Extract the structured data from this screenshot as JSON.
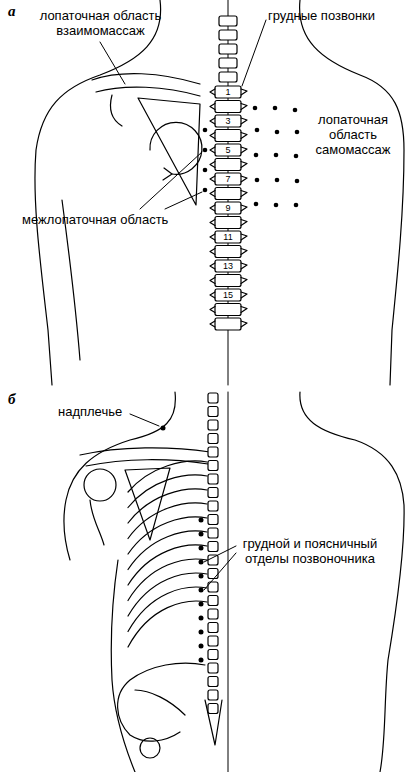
{
  "diagram": {
    "labels": [
      "а",
      "лопаточная область взаимомассаж",
      "грудные позвонки",
      "1",
      "3",
      "5",
      "7",
      "9",
      "11",
      "13",
      "15",
      "лопаточная область самомассаж",
      "межлопаточная область",
      "б",
      "надплечье",
      "грудной и поясничный отделы позвоночника"
    ]
  }
}
